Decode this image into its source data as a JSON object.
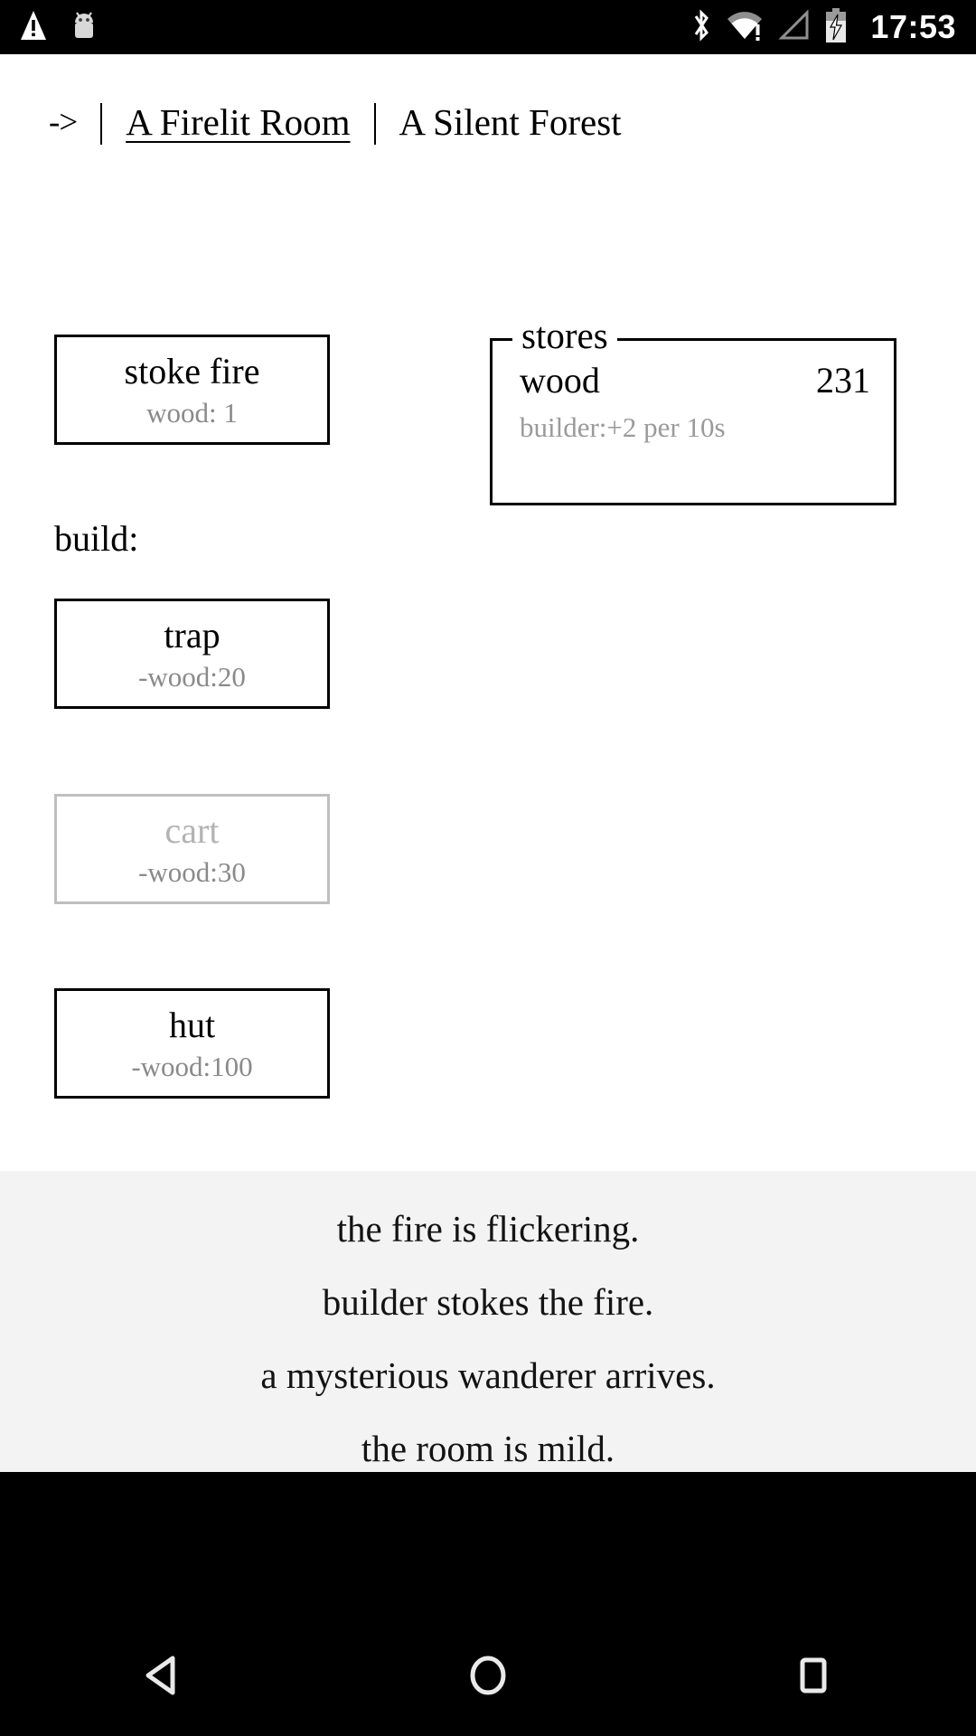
{
  "status_bar": {
    "time": "17:53",
    "left_icons": [
      "warning-triangle-icon",
      "android-robot-icon"
    ],
    "right_icons": [
      "bluetooth-icon",
      "wifi-alert-icon",
      "cell-signal-icon",
      "battery-charging-icon"
    ]
  },
  "header": {
    "arrow": "->",
    "separator": "|",
    "tabs": [
      {
        "label": "A Firelit Room",
        "active": true
      },
      {
        "label": "A Silent Forest",
        "active": false
      }
    ]
  },
  "room": {
    "stoke_button": {
      "name": "stoke fire",
      "cost": "wood: 1",
      "disabled": false
    },
    "build_label": "build:",
    "build_buttons": [
      {
        "name": "trap",
        "cost": "-wood:20",
        "disabled": false
      },
      {
        "name": "cart",
        "cost": "-wood:30",
        "disabled": true
      },
      {
        "name": "hut",
        "cost": "-wood:100",
        "disabled": false
      }
    ]
  },
  "stores": {
    "legend": "stores",
    "rows": [
      {
        "name": "wood",
        "value": "231",
        "tooltip": "builder:+2 per 10s"
      }
    ]
  },
  "log": {
    "lines": [
      "the fire is flickering.",
      "builder stokes the fire.",
      "a mysterious wanderer arrives.",
      "the room is mild."
    ]
  },
  "nav_bar": {
    "buttons": [
      {
        "name": "back-button",
        "icon": "back-triangle-icon"
      },
      {
        "name": "home-button",
        "icon": "home-circle-icon"
      },
      {
        "name": "recents-button",
        "icon": "recents-square-icon"
      }
    ]
  },
  "colors": {
    "background": "#ffffff",
    "text": "#000000",
    "muted": "#8a8a8a",
    "disabled_border": "#bfbfbf",
    "log_background": "#f3f3f3",
    "system_bar": "#000000"
  }
}
